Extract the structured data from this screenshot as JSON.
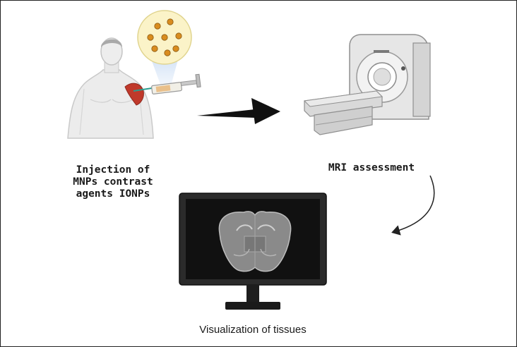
{
  "labels": {
    "injection": [
      "Injection of",
      "MNPs contrast",
      "agents IONPs"
    ],
    "mri": "MRI assessment",
    "visualization": "Visualization of tissues"
  },
  "icons": {
    "person": "human-torso-icon",
    "syringe": "syringe-icon",
    "nanoparticles": "nanoparticle-magnifier-icon",
    "scanner": "mri-scanner-icon",
    "monitor": "monitor-icon",
    "brain": "brain-slice-icon"
  },
  "colors": {
    "muscle": "#c0392b",
    "particle": "#d98c1f",
    "bubble": "#fbf3c8",
    "screen": "#111111",
    "brain": "#8a8a8a"
  }
}
